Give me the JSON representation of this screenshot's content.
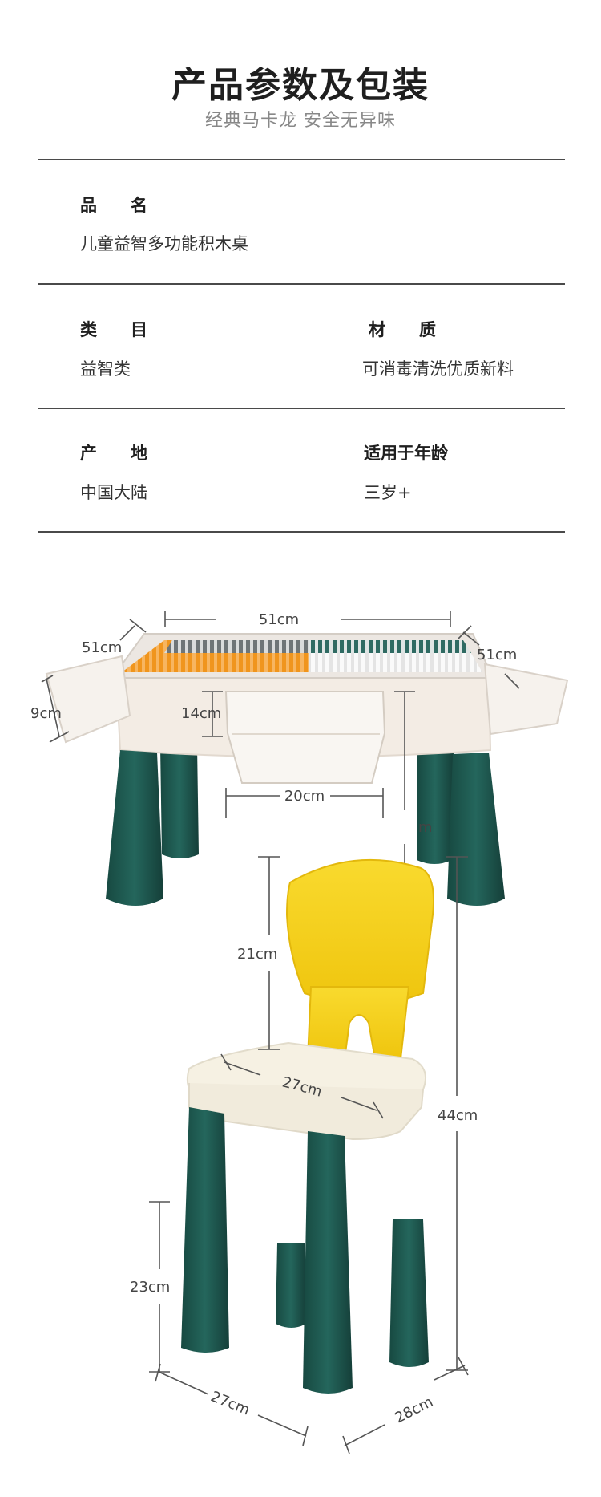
{
  "header": {
    "title": "产品参数及包装",
    "subtitle": "经典马卡龙 安全无异味"
  },
  "specs": {
    "name_label": "品　　名",
    "name_value": "儿童益智多功能积木桌",
    "category_label": "类　　目",
    "category_value": "益智类",
    "material_label": "材　　质",
    "material_value": "可消毒清洗优质新料",
    "origin_label": "产　　地",
    "origin_value": "中国大陆",
    "age_label": "适用于年龄",
    "age_value": "三岁+"
  },
  "dimensions": {
    "table_width": "51cm",
    "table_depth_left": "51cm",
    "table_depth_right": "51cm",
    "box_height_side": "9cm",
    "box_height_front": "14cm",
    "box_width_front": "20cm",
    "leg_height_fragment": "m",
    "back_height": "21cm",
    "seat_width": "27cm",
    "chair_total_height": "44cm",
    "seat_height": "23cm",
    "base_width": "27cm",
    "base_depth": "28cm"
  },
  "colors": {
    "leg": "#1f5a52",
    "body": "#f3ece4",
    "seat": "#f5f0e1",
    "backrest": "#f6d21e",
    "studs_orange": "#f0951d",
    "studs_gray": "#6e7577",
    "studs_white": "#f4f4f4"
  }
}
